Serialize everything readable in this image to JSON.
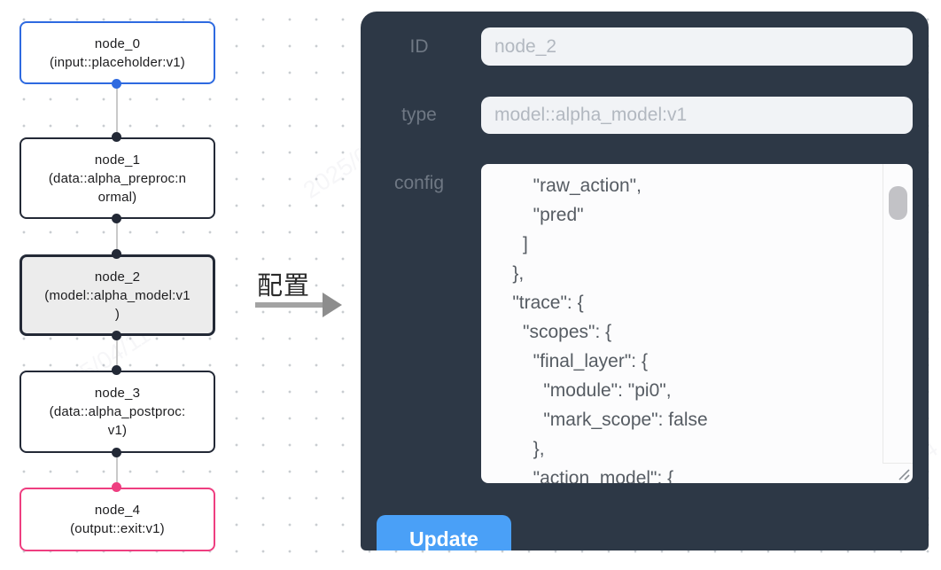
{
  "canvas": {
    "edge_label": "配置",
    "nodes": [
      {
        "id": "node_0",
        "type": "input::placeholder:v1",
        "lines": [
          "node_0",
          "(input::placeholder:v1)"
        ],
        "border_color": "#2e6ae0",
        "bg": "#ffffff",
        "selected": false
      },
      {
        "id": "node_1",
        "type": "data::alpha_preproc:normal",
        "lines": [
          "node_1",
          "(data::alpha_preproc:n",
          "ormal)"
        ],
        "border_color": "#232936",
        "bg": "#ffffff",
        "selected": false
      },
      {
        "id": "node_2",
        "type": "model::alpha_model:v1",
        "lines": [
          "node_2",
          "(model::alpha_model:v1",
          ")"
        ],
        "border_color": "#232936",
        "bg": "#ececec",
        "selected": true
      },
      {
        "id": "node_3",
        "type": "data::alpha_postproc:v1",
        "lines": [
          "node_3",
          "(data::alpha_postproc:",
          "v1)"
        ],
        "border_color": "#232936",
        "bg": "#ffffff",
        "selected": false
      },
      {
        "id": "node_4",
        "type": "output::exit:v1",
        "lines": [
          "node_4",
          "(output::exit:v1)"
        ],
        "border_color": "#ee3e80",
        "bg": "#ffffff",
        "selected": false
      }
    ],
    "port_colors": {
      "input": "#2e6ae0",
      "default": "#232936",
      "output": "#ee3e80"
    },
    "edge_color": "#c9c9c9"
  },
  "panel": {
    "bg_color": "#2d3846",
    "fields": [
      {
        "label": "ID",
        "value": "node_2"
      },
      {
        "label": "type",
        "value": "model::alpha_model:v1"
      }
    ],
    "config": {
      "label": "config",
      "lines": [
        "        \"raw_action\",",
        "        \"pred\"",
        "      ]",
        "    },",
        "    \"trace\": {",
        "      \"scopes\": {",
        "        \"final_layer\": {",
        "          \"module\": \"pi0\",",
        "          \"mark_scope\": false",
        "        },",
        "        \"action_model\": {"
      ]
    },
    "update_button": {
      "label": "Update",
      "bg_color": "#4aa0f7"
    }
  },
  "watermark": {
    "text": "2025/04/11 11:4"
  }
}
